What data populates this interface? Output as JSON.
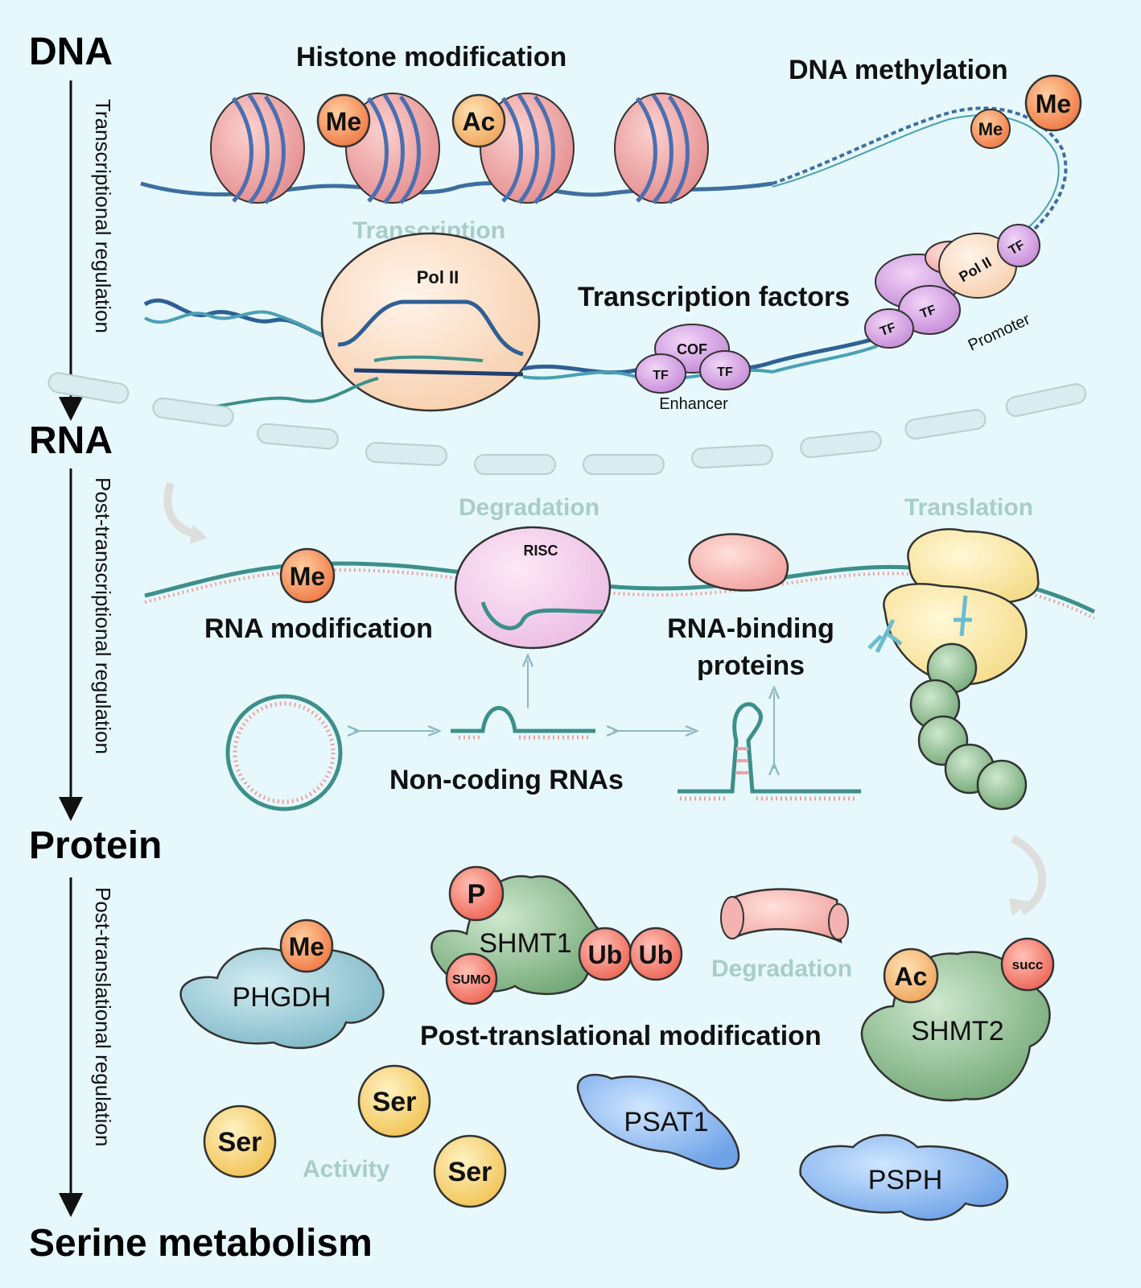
{
  "stages": {
    "dna": "DNA",
    "rna": "RNA",
    "protein": "Protein",
    "serine": "Serine metabolism"
  },
  "regulation": {
    "transcriptional": "Transcriptional regulation",
    "post_transcriptional": "Post-transcriptional regulation",
    "post_translational": "Post-translational regulation"
  },
  "dna_section": {
    "histone_modification": "Histone modification",
    "dna_methylation": "DNA methylation",
    "transcription": "Transcription",
    "pol_ii": "Pol  II",
    "transcription_factors": "Transcription factors",
    "cof": "COF",
    "tf": "TF",
    "enhancer": "Enhancer",
    "promoter": "Promoter",
    "pol_ii_small": "Pol II",
    "me": "Me",
    "ac": "Ac"
  },
  "rna_section": {
    "degradation": "Degradation",
    "translation": "Translation",
    "risc": "RISC",
    "me": "Me",
    "rna_modification": "RNA modification",
    "rna_binding_1": "RNA-binding",
    "rna_binding_2": "proteins",
    "non_coding": "Non-coding RNAs"
  },
  "protein_section": {
    "p": "P",
    "shmt1": "SHMT1",
    "ub": "Ub",
    "sumo": "SUMO",
    "me": "Me",
    "phgdh": "PHGDH",
    "degradation": "Degradation",
    "ac": "Ac",
    "succ": "succ",
    "shmt2": "SHMT2",
    "ptm": "Post-translational modification",
    "psat1": "PSAT1",
    "psph": "PSPH",
    "activity": "Activity",
    "ser": "Ser"
  }
}
